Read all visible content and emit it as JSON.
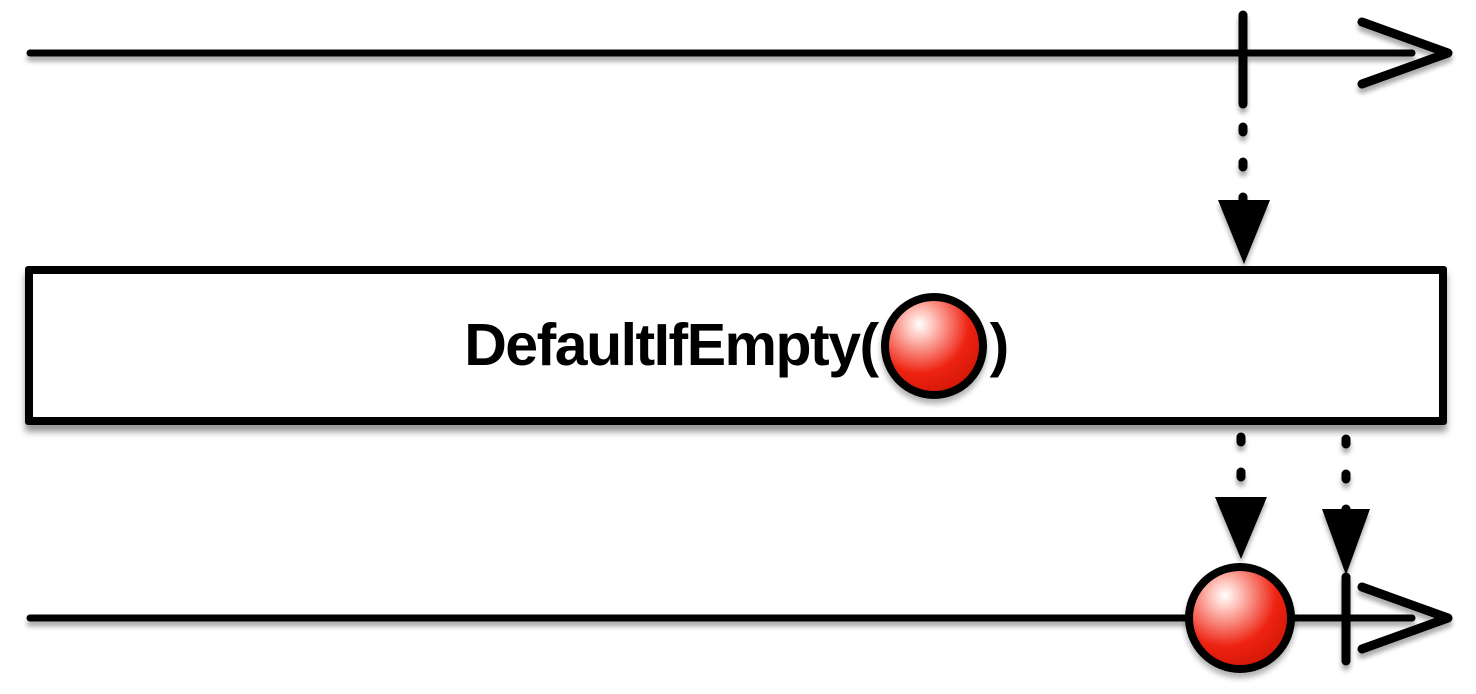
{
  "operator_box": {
    "label_before_marble": "DefaultIfEmpty(",
    "label_after_marble": ")"
  },
  "source_timeline": {
    "events": [
      {
        "type": "complete"
      }
    ]
  },
  "output_timeline": {
    "events": [
      {
        "type": "next",
        "marble": "red-marble"
      },
      {
        "type": "complete"
      }
    ]
  },
  "icons": {
    "default_marble": "red-marble-icon",
    "completion": "completion-tick",
    "timeline_arrow": "arrowhead"
  },
  "colors": {
    "stroke": "#000000",
    "background": "#ffffff",
    "box_fill": "#ffffff",
    "marble_highlight": "#ffffff",
    "marble_light": "#ffc9c1",
    "marble_mid": "#ee2211",
    "marble_dark": "#c01000"
  }
}
